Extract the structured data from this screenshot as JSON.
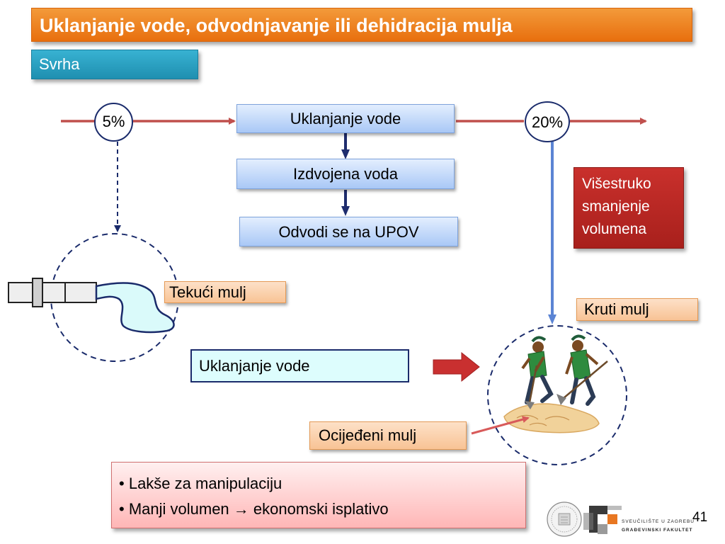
{
  "title": "Uklanjanje vode, odvodnjavanje ili dehidracija mulja",
  "subtitle": "Svrha",
  "flow": {
    "start_percent": "5%",
    "end_percent": "20%",
    "step1": "Uklanjanje vode",
    "step2": "Izdvojena voda",
    "step3": "Odvodi se na UPOV"
  },
  "volume_note": "Višestruko smanjenje volumena",
  "liquid_label": "Tekući mulj",
  "solid_label": "Kruti mulj",
  "process_label": "Uklanjanje vode",
  "drained_label": "Ocijeđeni mulj",
  "benefits": [
    "Lakše za manipulaciju",
    "Manji volumen → ekonomski isplativo"
  ],
  "logo": {
    "line1": "SVEUČILIŠTE U ZAGREBU",
    "line2": "GRAĐEVINSKI FAKULTET"
  },
  "page_number": "41",
  "colors": {
    "title_bg": "#ee8020",
    "subtitle_bg": "#2aa0c2",
    "flow_line": "#c0504d",
    "dark_arrow": "#1f2d6e",
    "blue_line": "#5b84d4",
    "note_bg": "#b9251f"
  }
}
